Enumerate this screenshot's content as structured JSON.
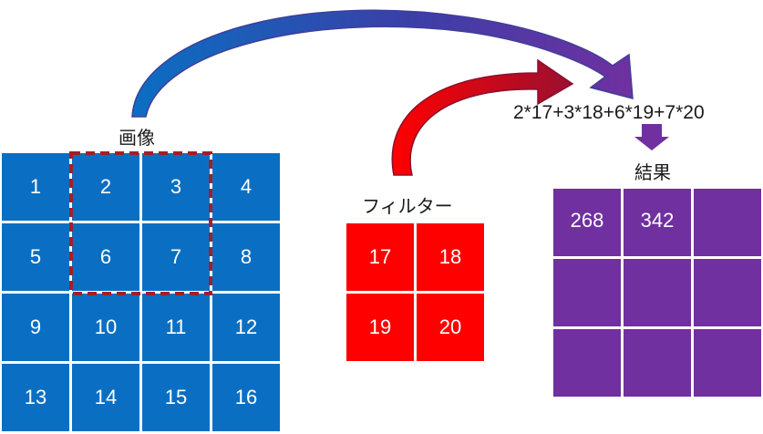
{
  "labels": {
    "image": "画像",
    "filter": "フィルター",
    "result": "結果",
    "formula": "2*17+3*18+6*19+7*20"
  },
  "image_grid": {
    "cells": [
      "1",
      "2",
      "3",
      "4",
      "5",
      "6",
      "7",
      "8",
      "9",
      "10",
      "11",
      "12",
      "13",
      "14",
      "15",
      "16"
    ]
  },
  "filter_grid": {
    "cells": [
      "17",
      "18",
      "19",
      "20"
    ]
  },
  "result_grid": {
    "cells": [
      "268",
      "342",
      "",
      "",
      "",
      "",
      "",
      "",
      ""
    ]
  },
  "colors": {
    "image": "#0a6fc2",
    "filter": "#ff0000",
    "result": "#7030a0",
    "window_outline": "#a0202a"
  }
}
